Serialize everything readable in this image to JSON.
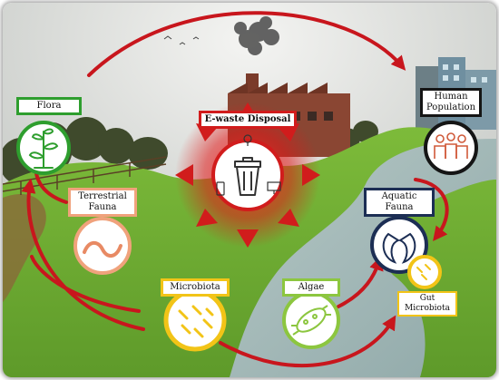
{
  "nodes": {
    "flora": {
      "label": "Flora",
      "color": "#2e9e2e"
    },
    "ewaste": {
      "label": "E-waste Disposal",
      "color": "#d11c1c"
    },
    "human": {
      "label_line1": "Human",
      "label_line2": "Population",
      "color": "#151515"
    },
    "terrestrial": {
      "label_line1": "Terrestrial",
      "label_line2": "Fauna",
      "color": "#f0a27c"
    },
    "aquatic": {
      "label_line1": "Aquatic",
      "label_line2": "Fauna",
      "color": "#1c2e54"
    },
    "microbiota": {
      "label": "Microbiota",
      "color": "#f2c417"
    },
    "algae": {
      "label": "Algae",
      "color": "#8cc63f"
    },
    "gut": {
      "label_line1": "Gut",
      "label_line2": "Microbiota",
      "color": "#f2c417"
    }
  },
  "icons": {
    "flora": "plant-sprout-icon",
    "ewaste": "trash-bin-icon",
    "human": "people-group-icon",
    "terrestrial": "worm-icon",
    "aquatic": "fish-pair-icon",
    "microbiota": "bacteria-icon",
    "algae": "algae-cell-icon",
    "gut": "gut-bacteria-icon"
  },
  "colors": {
    "arrow": "#c8161d",
    "sky": "#d9dcd9",
    "grass": "#6fae32",
    "river": "#9fb7b5"
  }
}
